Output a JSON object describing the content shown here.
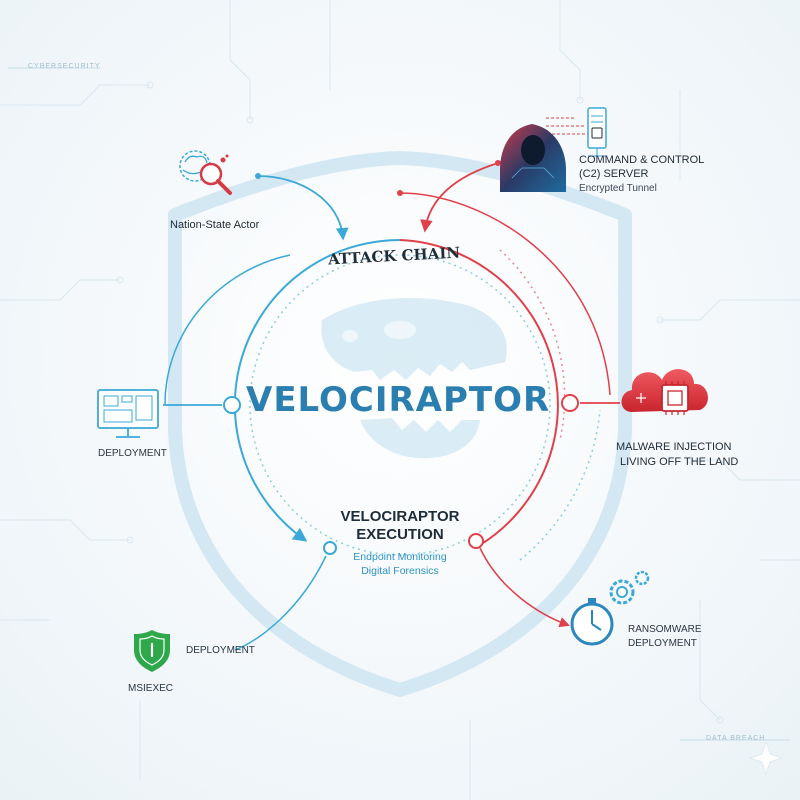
{
  "captions": {
    "top_left": "CYBERSECURITY",
    "bottom_right": "DATA BREACH"
  },
  "center": {
    "title": "VELOCIRAPTOR",
    "arc_label": "ATTACK CHAIN"
  },
  "nodes": {
    "nation_state": {
      "label": "Nation-State Actor",
      "icon": "magnifier-brain-icon"
    },
    "c2": {
      "title_line1": "COMMAND & CONTROL",
      "title_line2": "(C2) SERVER",
      "subtitle": "Encrypted Tunnel",
      "icon": "hooded-hacker-server-icon"
    },
    "deployment_left": {
      "label": "DEPLOYMENT",
      "icon": "monitor-dashboard-icon"
    },
    "malware": {
      "line1": "MALWARE INJECTION",
      "line2": "LIVING OFF THE LAND",
      "icon": "cloud-chip-icon"
    },
    "execution": {
      "title_line1": "VELOCIRAPTOR",
      "title_line2": "EXECUTION",
      "sub_line1": "Endpoint Monitoring",
      "sub_line2": "Digital Forensics"
    },
    "msiexec": {
      "label": "MSIEXEC",
      "deploy_label": "DEPLOYMENT",
      "icon": "shield-check-icon"
    },
    "ransomware": {
      "line1": "RANSOMWARE",
      "line2": "DEPLOYMENT",
      "icon": "stopwatch-gear-icon"
    }
  },
  "colors": {
    "blue": "#3aa9d8",
    "red": "#e0404a",
    "shield": "#d3e8f3",
    "title": "#2b7fb0",
    "green": "#2ea84a"
  }
}
